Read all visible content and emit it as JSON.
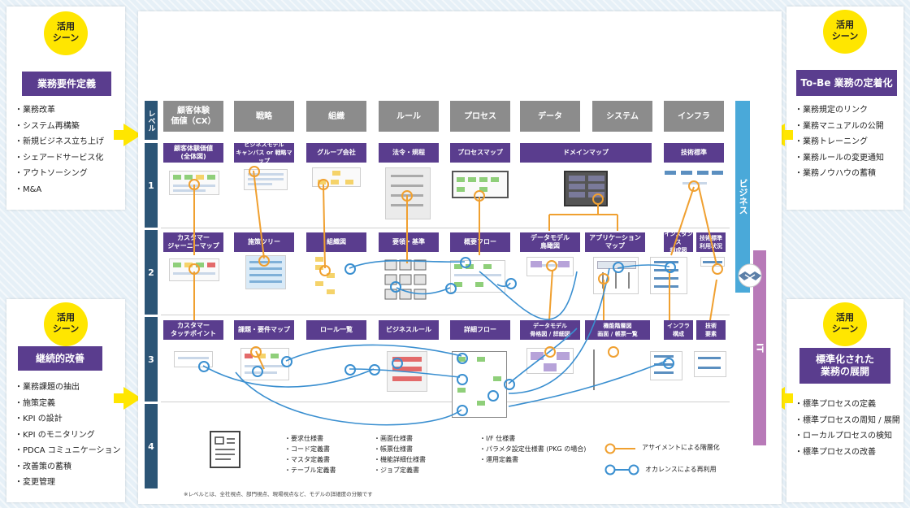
{
  "left_top": {
    "badge": "活用\nシーン",
    "title": "業務要件定義",
    "items": [
      "業務改革",
      "システム再構築",
      "新規ビジネス立ち上げ",
      "シェアードサービス化",
      "アウトソーシング",
      "M&A"
    ]
  },
  "left_bottom": {
    "badge": "活用\nシーン",
    "title": "継続的改善",
    "items": [
      "業務課題の抽出",
      "施策定義",
      "KPI の設計",
      "KPI のモニタリング",
      "PDCA コミュニケーション",
      "改善策の蓄積",
      "変更管理"
    ]
  },
  "right_top": {
    "badge": "活用\nシーン",
    "title": "To-Be 業務の定着化",
    "items": [
      "業務規定のリンク",
      "業務マニュアルの公開",
      "業務トレーニング",
      "業務ルールの変更通知",
      "業務ノウハウの蓄積"
    ]
  },
  "right_bottom": {
    "badge": "活用\nシーン",
    "title": "標準化された\n業務の展開",
    "items": [
      "標準プロセスの定義",
      "標準プロセスの周知 / 展開",
      "ローカルプロセスの検知",
      "標準プロセスの改善"
    ]
  },
  "level_header": "レベル",
  "levels": [
    "1",
    "2",
    "3",
    "4"
  ],
  "columns": [
    "顧客体験\n価値（CX）",
    "戦略",
    "組織",
    "ルール",
    "プロセス",
    "データ",
    "システム",
    "インフラ"
  ],
  "row1": [
    "顧客体験価値\n(全体図)",
    "ビジネスモデル\nキャンバス or 戦略マップ",
    "グループ会社",
    "法令・規程",
    "プロセスマップ",
    "ドメインマップ",
    "技術標準"
  ],
  "row2": [
    "カスタマー\nジャーニーマップ",
    "施策ツリー",
    "組織図",
    "要領・基準",
    "概要フロー",
    "データモデル\n鳥瞰図",
    "アプリケーション\nマップ",
    "インスタンス\n構成図",
    "技術標準\n利用状況"
  ],
  "row3": [
    "カスタマー\nタッチポイント",
    "課題・要件マップ",
    "ロール一覧",
    "ビジネスルール",
    "詳細フロー",
    "データモデル\n骨格図 / 詳細図",
    "機能階層図\n画面 / 帳票一覧",
    "インフラ\n構成",
    "技術\n要素"
  ],
  "vertical_labels": {
    "business": "ビジネス",
    "it": "IT"
  },
  "footer": {
    "col1": [
      "要求仕様書",
      "コード定義書",
      "マスタ定義書",
      "テーブル定義書"
    ],
    "col2": [
      "画面仕様書",
      "帳票仕様書",
      "機能詳細仕様書",
      "ジョブ定義書"
    ],
    "col3": [
      "I/F 仕様書",
      "パラメタ設定仕様書 (PKG の場合)",
      "運用定義書"
    ],
    "note": "※レベルとは、全社視点、部門視点、現場視点など、モデルの詳細度の分類です"
  },
  "legend": {
    "assignment": "アサイメントによる階層化",
    "occurrence": "オカレンスによる再利用"
  },
  "colors": {
    "purple": "#5a3d8e",
    "level_bar": "#2c5576",
    "column_header": "#8c8c8c",
    "yellow": "#ffe600",
    "business_bar": "#4aa9d9",
    "it_bar": "#b87ab8",
    "orange": "#f0a030",
    "blue": "#3a8fd0"
  },
  "icons": [
    "document-icon",
    "handshake-icon"
  ]
}
